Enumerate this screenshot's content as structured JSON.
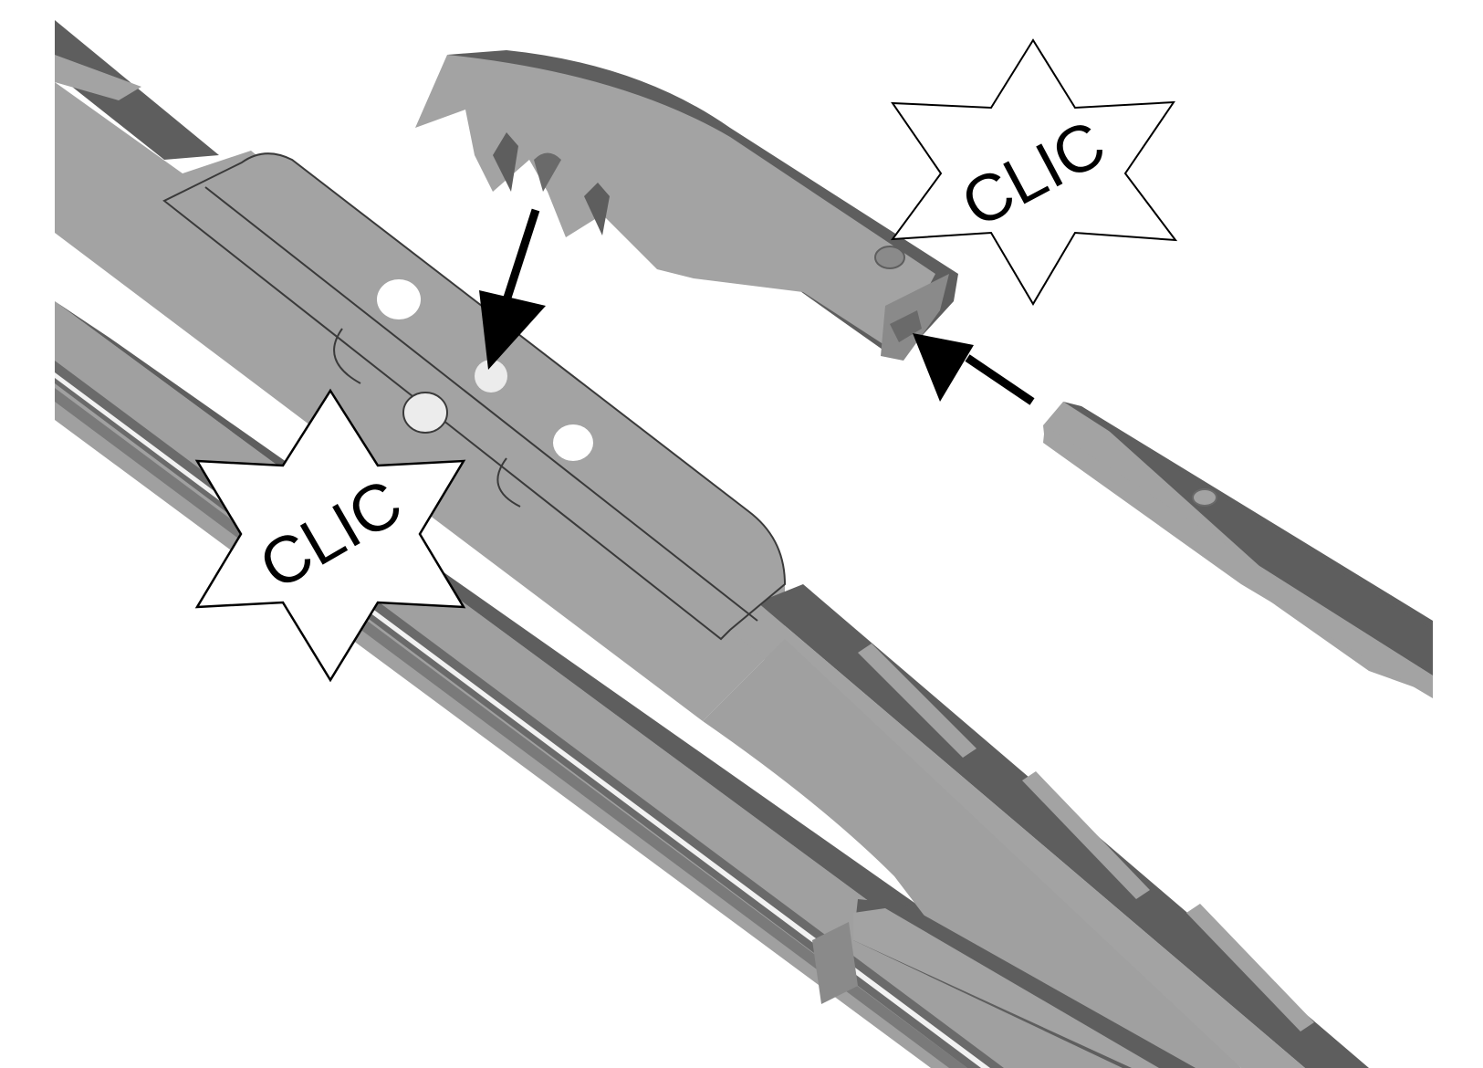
{
  "diagram": {
    "subject": "Wiper blade adapter installation",
    "colors": {
      "background": "#ffffff",
      "part_light": "#a3a3a3",
      "part_mid": "#8a8a8a",
      "part_dark": "#5e5e5e",
      "hole": "#ececec",
      "outline": "#3a3a3a",
      "arrow": "#000000",
      "star_fill": "#ffffff",
      "star_stroke": "#000000"
    },
    "callouts": [
      {
        "id": "clic-top-right",
        "label": "CLIC",
        "meaning": "adapter clicks onto wiper arm end"
      },
      {
        "id": "clic-bottom-left",
        "label": "CLIC",
        "meaning": "adapter clicks onto blade bracket"
      }
    ],
    "arrows": [
      {
        "id": "arrow-adapter-to-bracket",
        "direction": "down",
        "meaning": "insert adapter into blade bracket"
      },
      {
        "id": "arrow-arm-to-adapter",
        "direction": "up-left",
        "meaning": "slide wiper arm into adapter"
      }
    ],
    "parts": [
      {
        "id": "wiper-blade",
        "label": "Wiper blade frame"
      },
      {
        "id": "blade-bracket",
        "label": "Center bracket with holes"
      },
      {
        "id": "adapter",
        "label": "Adapter clip"
      },
      {
        "id": "wiper-arm",
        "label": "Wiper arm end"
      },
      {
        "id": "rubber-strip",
        "label": "Rubber squeegee"
      }
    ]
  }
}
